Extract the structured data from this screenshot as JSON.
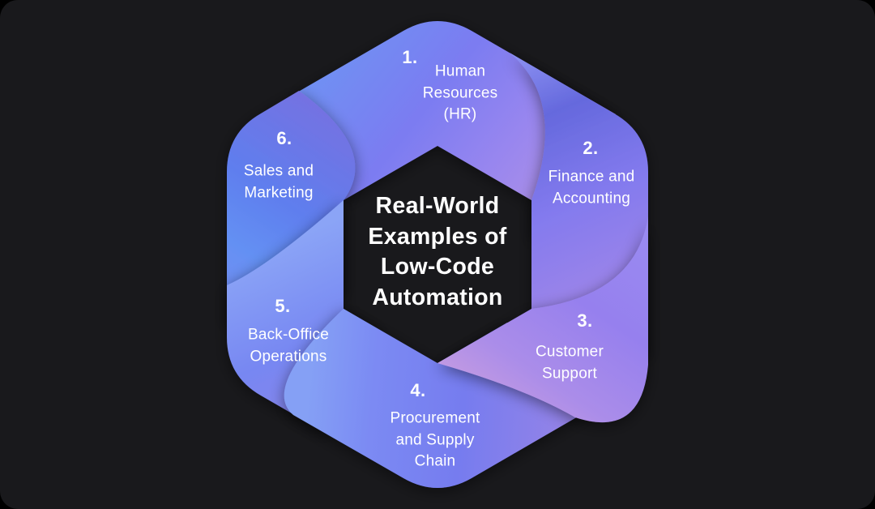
{
  "canvas": {
    "outer_background": "#000000",
    "card_background": "#19191c",
    "text_color": "#ffffff"
  },
  "title": {
    "text": "Real-World\nExamples of\nLow-Code\nAutomation"
  },
  "segments": [
    {
      "number": "1.",
      "label": "Human\nResources\n(HR)",
      "gradient": [
        "#7090f3",
        "#7b7cf1",
        "#9886ef",
        "#bb9be4"
      ]
    },
    {
      "number": "2.",
      "label": "Finance and\nAccounting",
      "gradient": [
        "#8e93f3",
        "#6569dd",
        "#9d85e9",
        "#b694de"
      ]
    },
    {
      "number": "3.",
      "label": "Customer\nSupport",
      "gradient": [
        "#9a8cf2",
        "#9680ee",
        "#ab8de9",
        "#c29ae2"
      ]
    },
    {
      "number": "4.",
      "label": "Procurement\nand Supply\nChain",
      "gradient": [
        "#9483e7",
        "#767cef",
        "#7b8af3",
        "#85a0f5"
      ]
    },
    {
      "number": "5.",
      "label": "Back-Office\nOperations",
      "gradient": [
        "#8a84ea",
        "#7787f2",
        "#8ba4f6",
        "#8ba4f6"
      ]
    },
    {
      "number": "6.",
      "label": "Sales and\nMarketing",
      "gradient": [
        "#7d8df3",
        "#6490f3",
        "#5f7eee",
        "#7472e2"
      ]
    }
  ]
}
